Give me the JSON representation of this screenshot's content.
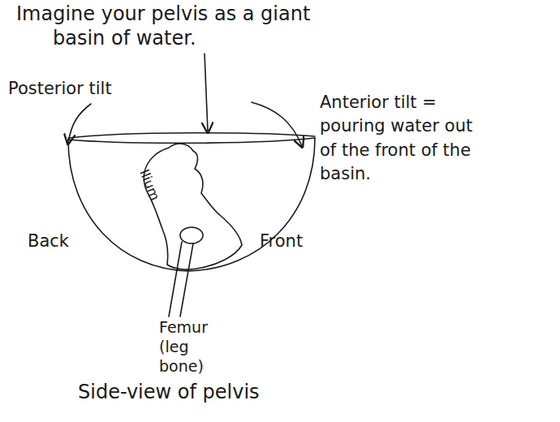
{
  "diagram": {
    "title": "Imagine your pelvis as a giant basin of water.",
    "caption": "Side-view of pelvis",
    "labels": [
      "Posterior tilt",
      "Anterior tilt = pouring water out of the front of the basin.",
      "Ilium",
      "Back",
      "Front",
      "Femur (leg bone)"
    ]
  }
}
